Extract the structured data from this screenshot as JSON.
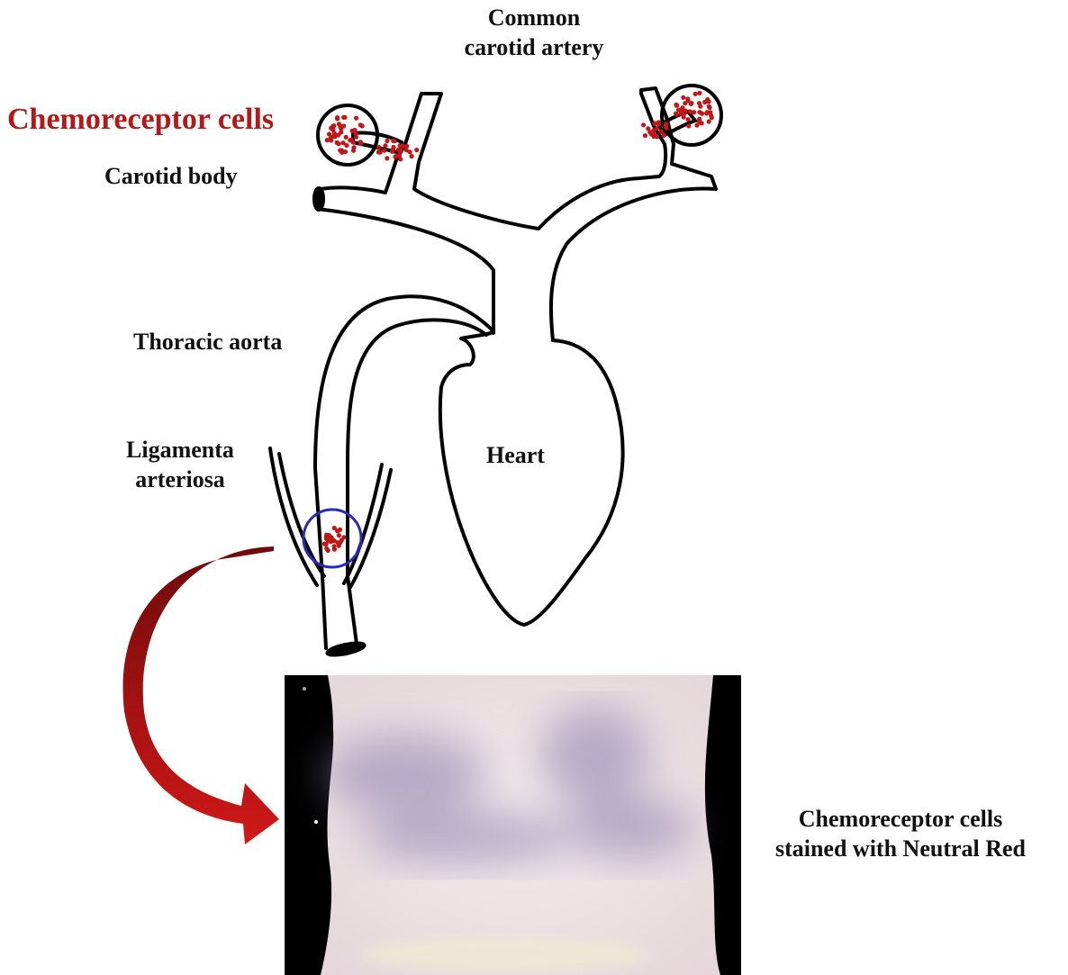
{
  "labels": {
    "common_carotid": "Common\ncarotid artery",
    "chemoreceptor_cells": "Chemoreceptor cells",
    "carotid_body": "Carotid body",
    "thoracic_aorta": "Thoracic aorta",
    "ligamenta_arteriosa": "Ligamenta\narteriosa",
    "heart": "Heart",
    "caption": "Chemoreceptor cells\nstained with Neutral Red"
  },
  "colors": {
    "outline": "#000000",
    "chemoreceptor_dots": "#c01818",
    "highlight_circle": "#2a2ab8",
    "arrow_dark": "#6e0a0a",
    "arrow_light": "#d01818",
    "label_red": "#b01a1a"
  }
}
